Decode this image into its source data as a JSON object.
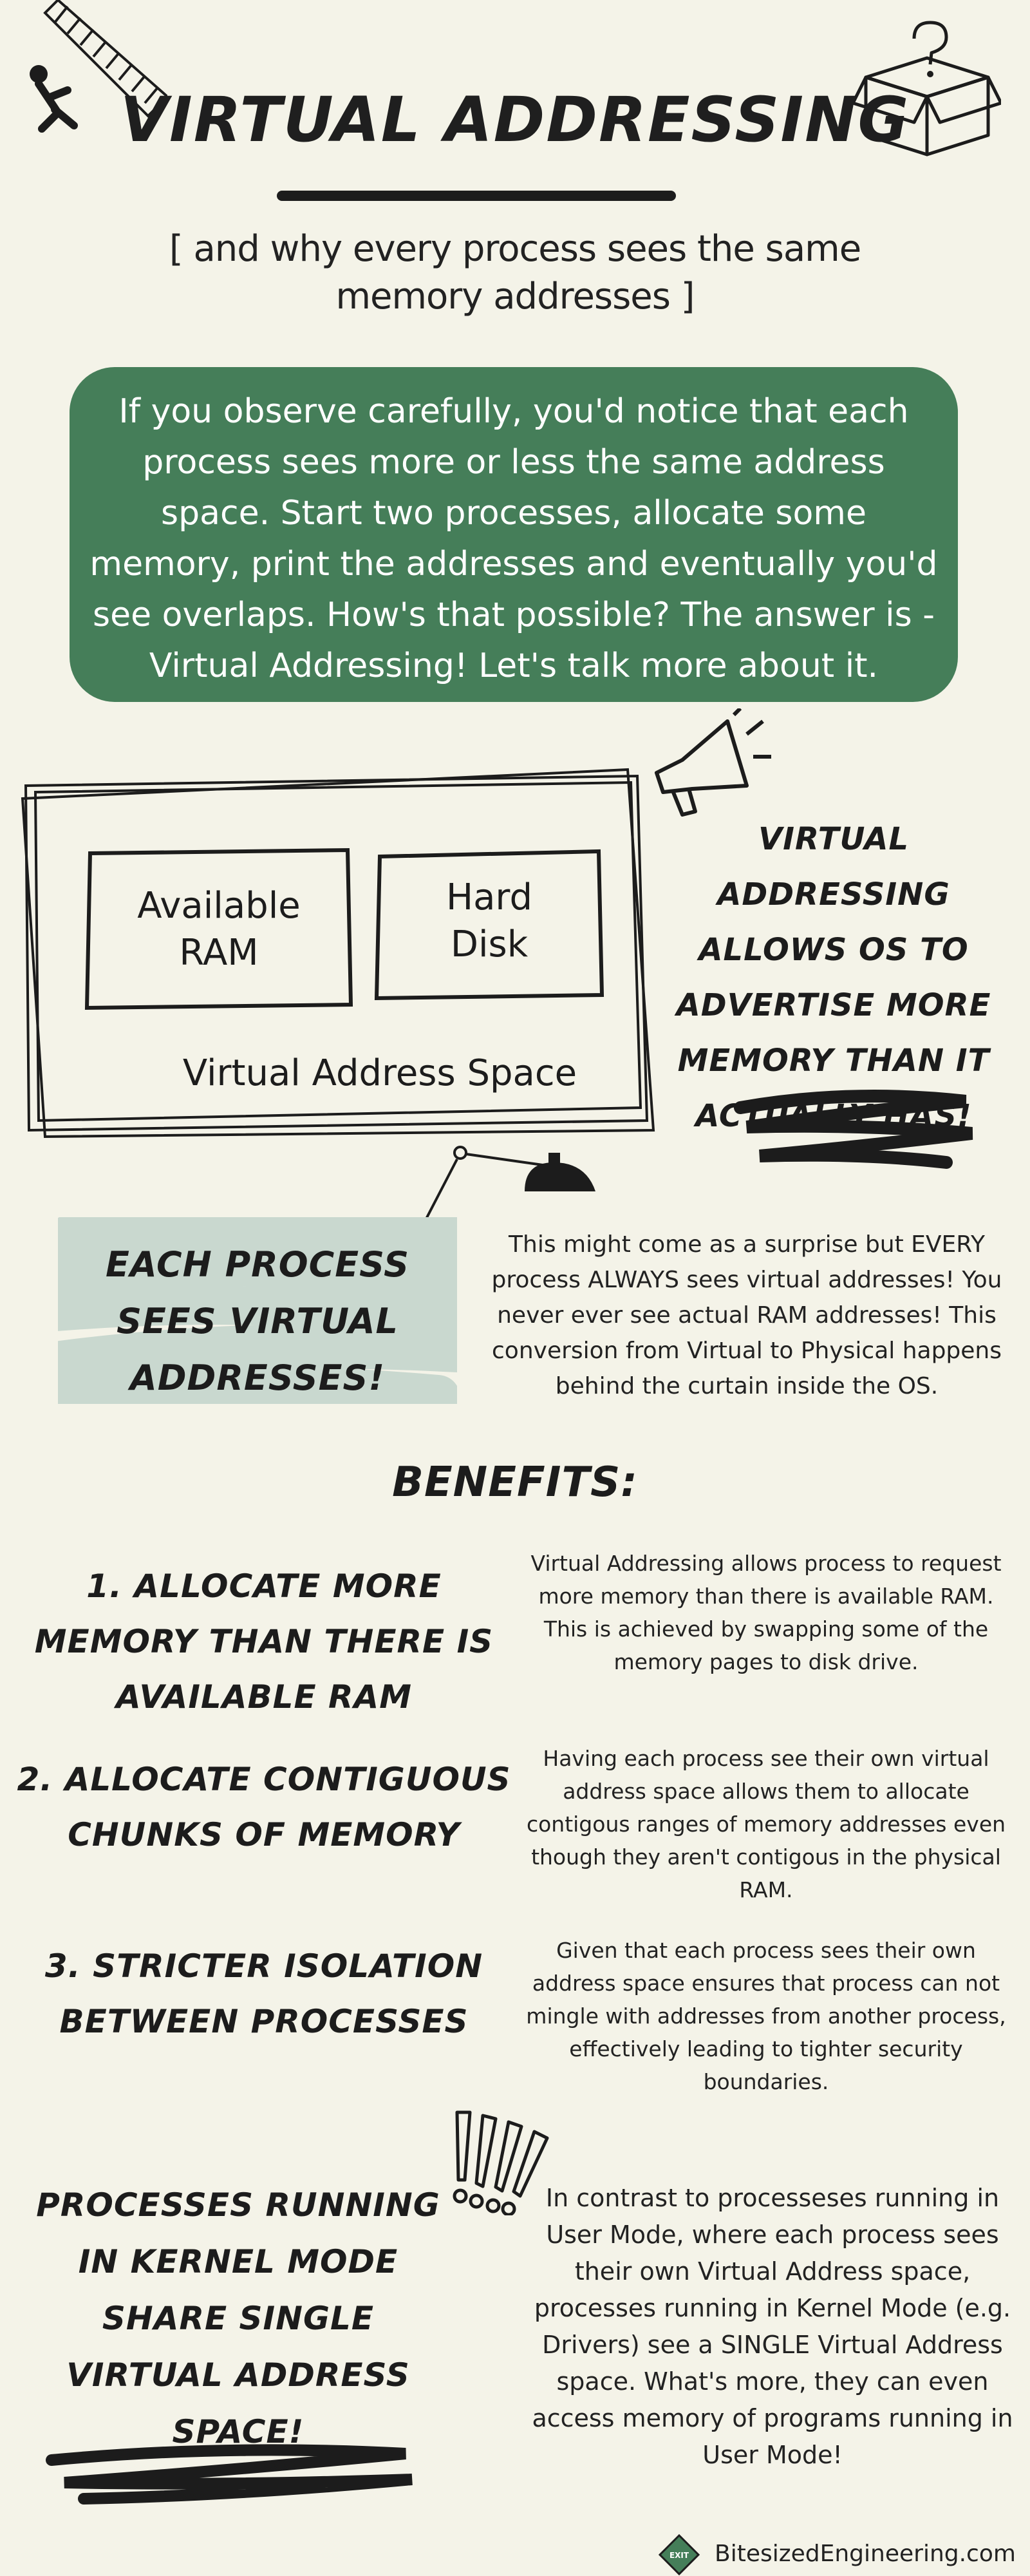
{
  "header": {
    "title": "Virtual Addressing",
    "subtitle": "[ and why every process sees the same memory addresses ]"
  },
  "intro": {
    "text": "If you observe carefully, you'd notice that each process sees more or less the same address space. Start two processes, allocate some memory, print the addresses and eventually you'd see overlaps. How's that possible? The answer is - Virtual Addressing! Let's talk more about it."
  },
  "diagram": {
    "ram_label_line1": "Available",
    "ram_label_line2": "RAM",
    "disk_label_line1": "Hard",
    "disk_label_line2": "Disk",
    "space_label": "Virtual Address Space"
  },
  "va_claim": {
    "text": "Virtual Addressing allows OS to advertise more memory than it actually has!"
  },
  "each_process": {
    "title": "Each Process sees Virtual Addresses!",
    "text": "This might come as a surprise but EVERY process ALWAYS sees virtual addresses! You never ever see actual RAM addresses! This conversion from Virtual to Physical happens behind the curtain inside the OS."
  },
  "benefits": {
    "heading": "Benefits:",
    "items": [
      {
        "title": "1. Allocate more memory than there is available RAM",
        "desc": "Virtual Addressing allows process to request more memory than there is available RAM. This is achieved by swapping some of the memory pages to disk drive."
      },
      {
        "title": "2. Allocate contiguous chunks of memory",
        "desc": "Having each process see their own virtual address space allows them to allocate contigous ranges of memory addresses even though they aren't contigous in the physical RAM."
      },
      {
        "title": "3. Stricter isolation between processes",
        "desc": "Given that each process sees their own address space ensures that process can not mingle with addresses from another process, effectively leading to tighter security boundaries."
      }
    ]
  },
  "kernel": {
    "title": "Processes running in Kernel mode share single Virtual Address Space!",
    "text": "In contrast to processeses running in User Mode, where each process sees their own Virtual Address space, processes running in Kernel Mode (e.g. Drivers) see a SINGLE Virtual Address space. What's more, they can even access memory of programs running in User Mode!"
  },
  "footer": {
    "exit_label": "EXIT",
    "site": "BitesizedEngineering.com"
  },
  "colors": {
    "background": "#f4f3e8",
    "accent_green": "#457e59",
    "sage_brush": "#c9d8cf",
    "ink": "#1c1c1c"
  }
}
